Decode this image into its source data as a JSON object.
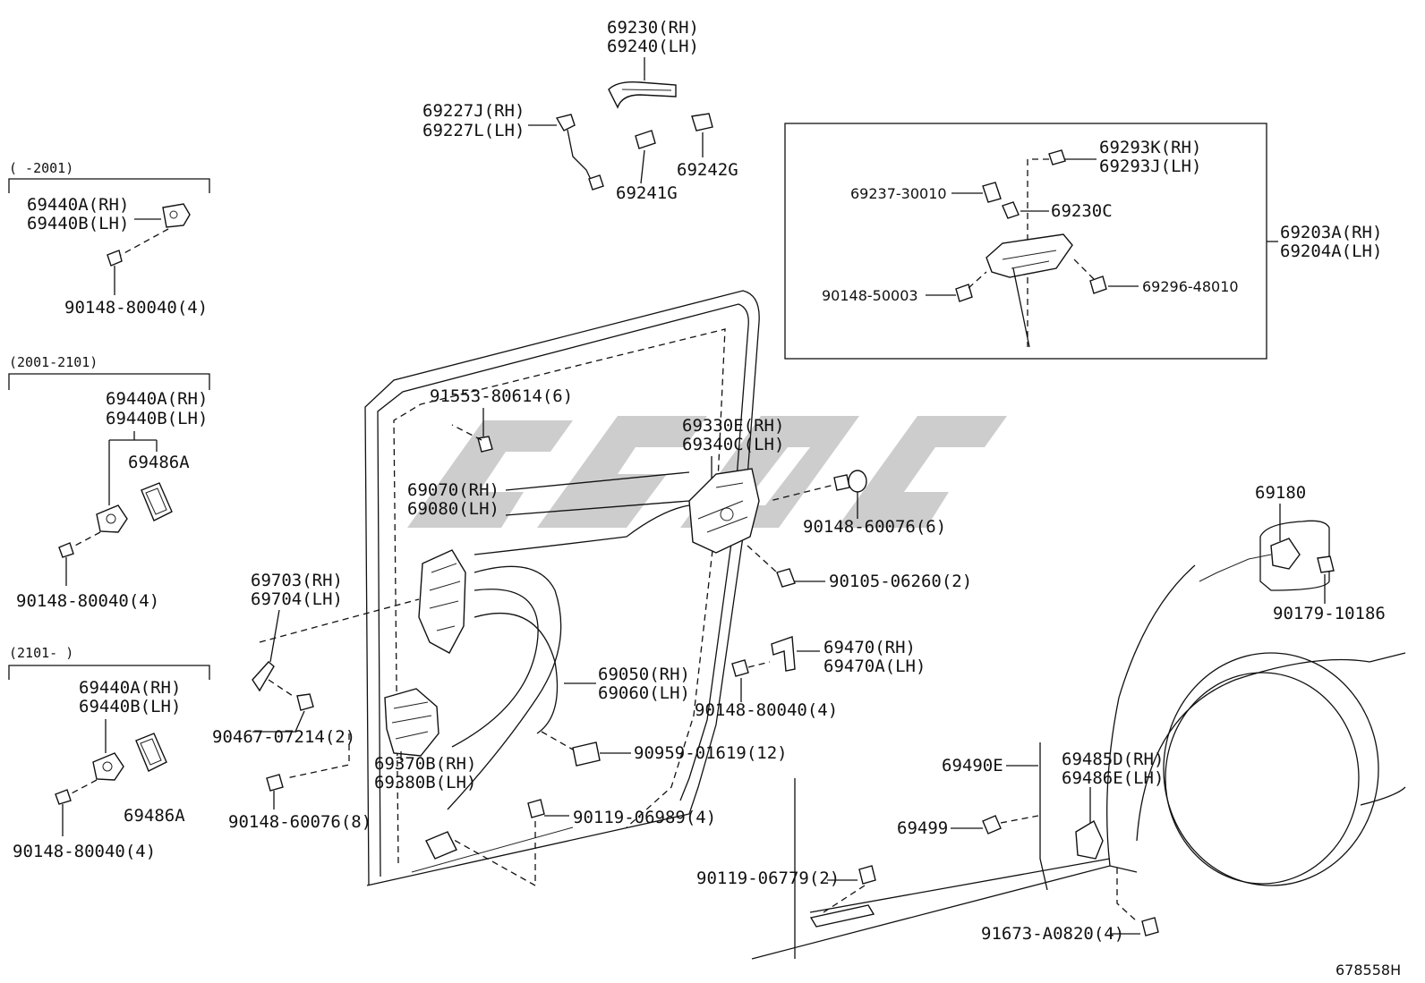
{
  "variants": {
    "v1": {
      "range": "(       -2001)",
      "part_a": "69440A(RH)",
      "part_b": "69440B(LH)",
      "screw": "90148-80040(4)"
    },
    "v2": {
      "range": "(2001-2101)",
      "part_a": "69440A(RH)",
      "part_b": "69440B(LH)",
      "cover": "69486A",
      "screw": "90148-80040(4)"
    },
    "v3": {
      "range": "(2101-       )",
      "part_a": "69440A(RH)",
      "part_b": "69440B(LH)",
      "cover": "69486A",
      "screw": "90148-80040(4)"
    }
  },
  "handle": {
    "h_rh": "69230(RH)",
    "h_lh": "69240(LH)",
    "rod_rh": "69227J(RH)",
    "rod_lh": "69227L(LH)",
    "pad1": "69241G",
    "pad2": "69242G"
  },
  "inset": {
    "cap_rh": "69293K(RH)",
    "cap_lh": "69293J(LH)",
    "p1": "69237-30010",
    "p2": "69230C",
    "asm_rh": "69203A(RH)",
    "asm_lh": "69204A(LH)",
    "screw1": "90148-50003",
    "screw2": "69296-48010"
  },
  "door": {
    "clip": "91553-80614(6)",
    "lock_rh": "69330E(RH)",
    "lock_lh": "69340C(LH)",
    "cable_rh": "69070(RH)",
    "cable_lh": "69080(LH)",
    "screw_a": "90148-60076(6)",
    "bolt_a": "90105-06260(2)",
    "rem_rh": "69703(RH)",
    "rem_lh": "69704(LH)",
    "striker_rh": "69470(RH)",
    "striker_lh": "69470A(LH)",
    "cable2_rh": "69050(RH)",
    "cable2_lh": "69060(LH)",
    "screw_b": "90148-80040(4)",
    "nut_a": "90467-07214(2)",
    "latch_rh": "69370B(RH)",
    "latch_lh": "69380B(LH)",
    "clamp": "90959-01619(12)",
    "screw_c": "90148-60076(8)",
    "bolt_b": "90119-06989(4)"
  },
  "body": {
    "fuel": "69180",
    "nut": "90179-10186",
    "cable": "69490E",
    "hinge_rh": "69485D(RH)",
    "hinge_lh": "69486E(LH)",
    "clip": "69499",
    "bolt": "90119-06779(2)",
    "screw": "91673-A0820(4)"
  },
  "code": "678558H"
}
